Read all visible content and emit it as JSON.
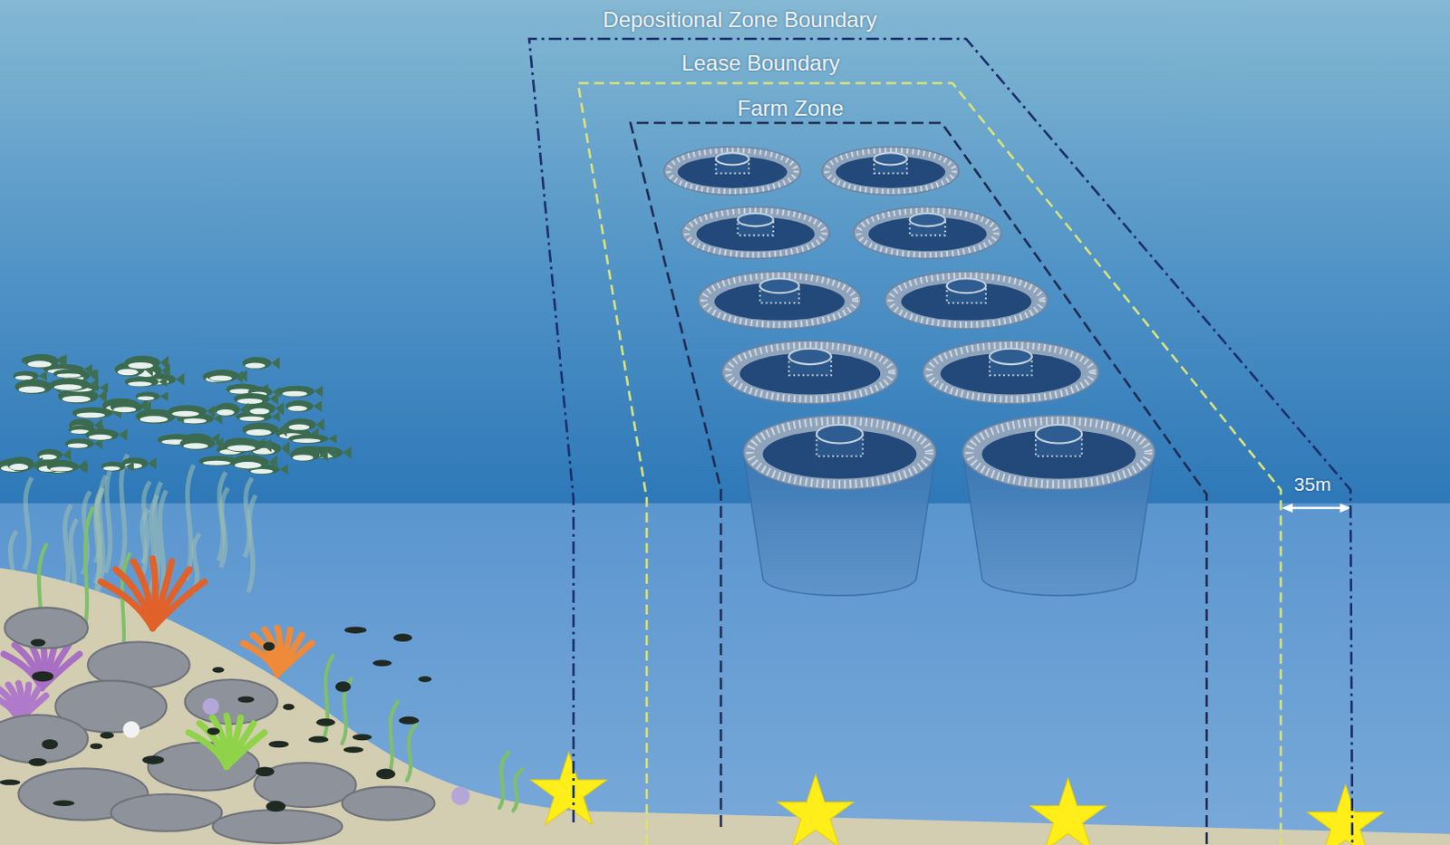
{
  "diagram": {
    "nodes": [
      {
        "text": [
          "Depositional Zone Boundary"
        ]
      },
      {
        "text": [
          "Lease Boundary"
        ],
        "in": 0
      },
      {
        "text": [
          "Farm Zone"
        ],
        "in": 1
      }
    ],
    "labels": [
      "35m"
    ]
  }
}
